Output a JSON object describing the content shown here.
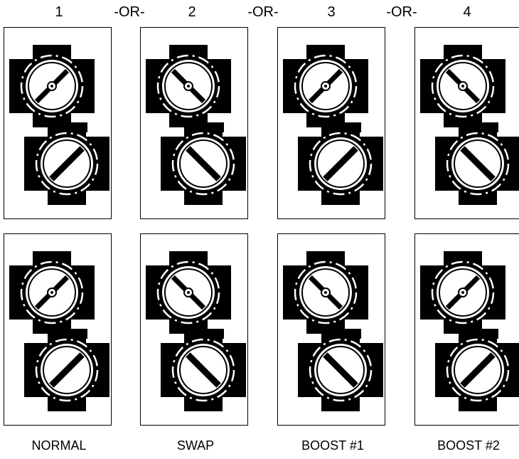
{
  "header": {
    "positions": [
      "1",
      "2",
      "3",
      "4"
    ],
    "separators": [
      "-OR-",
      "-OR-",
      "-OR-"
    ]
  },
  "captions": [
    "NORMAL",
    "SWAP",
    "BOOST #1",
    "BOOST #2"
  ],
  "valve_settings": {
    "top_row": [
      {
        "upper": "slash",
        "lower": "slash"
      },
      {
        "upper": "backslash",
        "lower": "backslash"
      },
      {
        "upper": "slash",
        "lower": "slash"
      },
      {
        "upper": "backslash",
        "lower": "backslash"
      }
    ],
    "bottom_row": [
      {
        "upper": "slash",
        "lower": "slash"
      },
      {
        "upper": "backslash",
        "lower": "backslash"
      },
      {
        "upper": "backslash",
        "lower": "backslash"
      },
      {
        "upper": "slash",
        "lower": "slash"
      }
    ]
  }
}
